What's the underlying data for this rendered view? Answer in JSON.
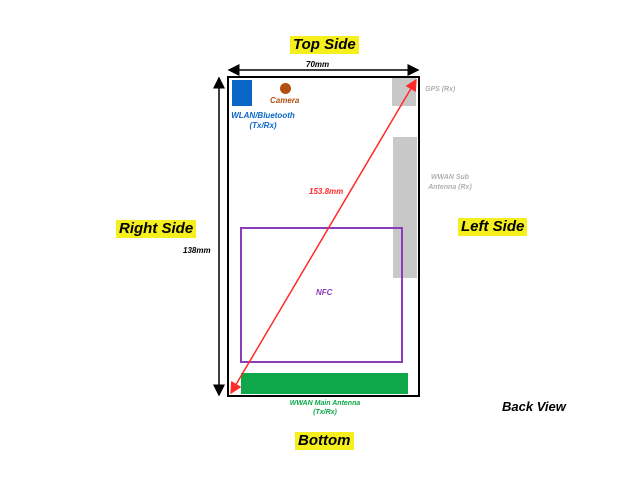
{
  "labels": {
    "top_side": "Top Side",
    "right_side": "Right Side",
    "left_side": "Left Side",
    "bottom": "Bottom",
    "back_view": "Back View"
  },
  "dimensions": {
    "width": "70mm",
    "height": "138mm",
    "diagonal": "153.8mm"
  },
  "components": {
    "wlan_bt": {
      "line1": "WLAN/Bluetooth",
      "line2": "(Tx/Rx)"
    },
    "camera": "Camera",
    "gps": "GPS (Rx)",
    "wwan_sub": {
      "line1": "WWAN Sub",
      "line2": "Antenna (Rx)"
    },
    "nfc": "NFC",
    "wwan_main": {
      "line1": "WWAN Main Antenna",
      "line2": "(Tx/Rx)"
    }
  },
  "colors": {
    "highlight": "#f5ef1e",
    "wlan": "#0a67c7",
    "camera": "#b2500f",
    "gray_antenna": "#c8c8c8",
    "nfc": "#8a3db8",
    "wwan_main": "#0ea74a",
    "diagonal": "#ff2a2a"
  }
}
